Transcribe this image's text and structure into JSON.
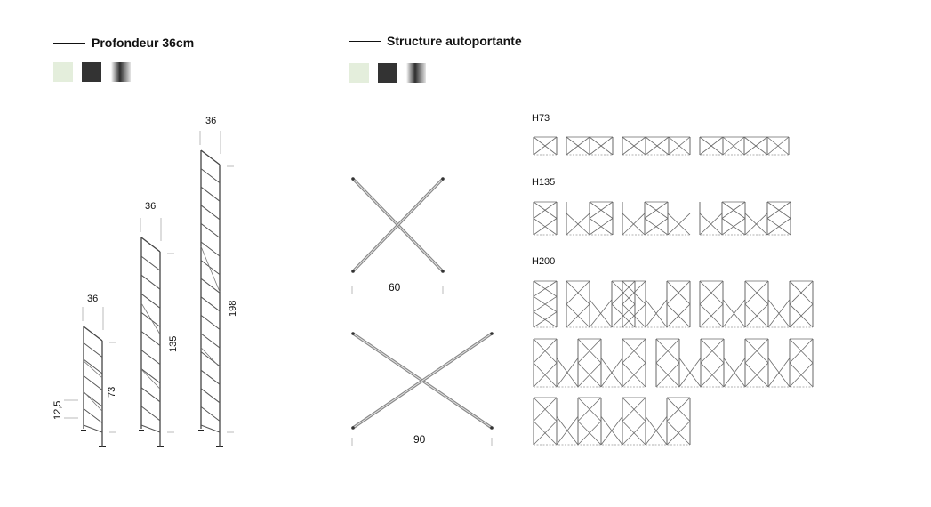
{
  "left_section": {
    "title": "Profondeur 36cm",
    "swatches": [
      {
        "name": "light-green",
        "color": "#e4eedc"
      },
      {
        "name": "dark-grey",
        "color": "#333333"
      },
      {
        "name": "chrome-gradient",
        "color": "#8a8a8a"
      }
    ],
    "frames": [
      {
        "depth_label": "36",
        "height_label": "73"
      },
      {
        "depth_label": "36",
        "height_label": "135"
      },
      {
        "depth_label": "36",
        "height_label": "198"
      }
    ],
    "foot_label": "12,5"
  },
  "right_section": {
    "title": "Structure autoportante",
    "swatches": [
      {
        "name": "light-green",
        "color": "#e4eedc"
      },
      {
        "name": "dark-grey",
        "color": "#333333"
      },
      {
        "name": "chrome-gradient",
        "color": "#8a8a8a"
      }
    ],
    "cross_braces": [
      {
        "width_label": "60"
      },
      {
        "width_label": "90"
      }
    ],
    "groups": [
      {
        "label": "H73"
      },
      {
        "label": "H135"
      },
      {
        "label": "H200"
      }
    ]
  }
}
